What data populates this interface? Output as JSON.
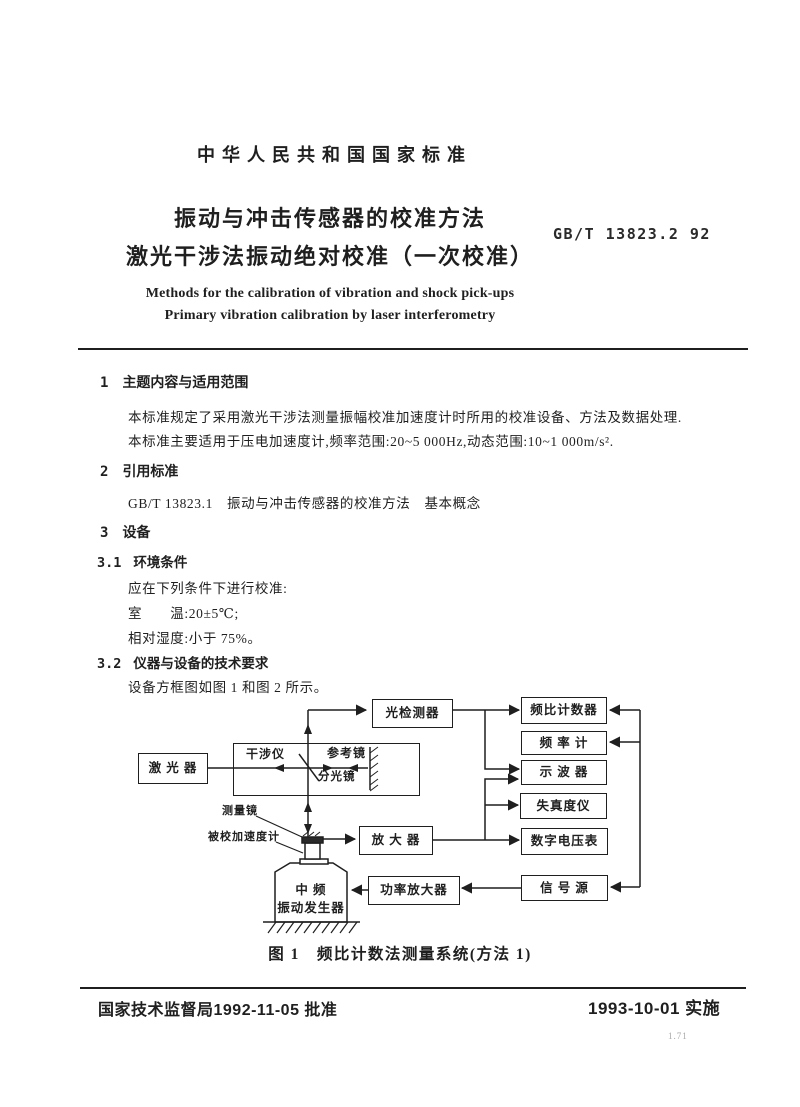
{
  "header": {
    "standard_header": "中华人民共和国国家标准",
    "title_line1": "振动与冲击传感器的校准方法",
    "title_line2": "激光干涉法振动绝对校准（一次校准）",
    "standard_number": "GB/T 13823.2  92",
    "english_title_line1": "Methods for the calibration of vibration and shock pick-ups",
    "english_title_line2": "Primary vibration calibration by laser interferometry"
  },
  "sections": {
    "s1": {
      "num": "1",
      "heading": "主题内容与适用范围",
      "p1": "本标准规定了采用激光干涉法测量振幅校准加速度计时所用的校准设备、方法及数据处理.",
      "p2": "本标准主要适用于压电加速度计,频率范围:20~5 000Hz,动态范围:10~1 000m/s²."
    },
    "s2": {
      "num": "2",
      "heading": "引用标准",
      "p1": "GB/T 13823.1　振动与冲击传感器的校准方法　基本概念"
    },
    "s3": {
      "num": "3",
      "heading": "设备",
      "s31_num": "3.1",
      "s31_heading": "环境条件",
      "s31_lines": [
        "应在下列条件下进行校准:",
        "室　　温:20±5℃;",
        "相对湿度:小于 75%。"
      ],
      "s32_num": "3.2",
      "s32_heading": "仪器与设备的技术要求",
      "s32_line": "设备方框图如图 1 和图 2 所示。"
    }
  },
  "diagram": {
    "boxes": {
      "laser": "激 光 器",
      "photodetector": "光检测器",
      "interferometer": "干涉仪",
      "reference_mirror": "参考镜",
      "beam_splitter": "分光镜",
      "ratio_counter": "频比计数器",
      "frequency_meter": "频 率 计",
      "oscilloscope": "示 波 器",
      "distortion_meter": "失真度仪",
      "digital_voltmeter": "数字电压表",
      "signal_source": "信 号 源",
      "amplifier": "放 大 器",
      "power_amplifier": "功率放大器",
      "shaker_line1": "中 频",
      "shaker_line2": "振动发生器",
      "measuring_mirror": "测量镜",
      "accelerometer_under_test": "被校加速度计"
    },
    "caption": "图 1　频比计数法测量系统(方法 1)"
  },
  "footer": {
    "left": "国家技术监督局1992-11-05 批准",
    "right": "1993-10-01 实施",
    "faint_mark": "1.71"
  }
}
